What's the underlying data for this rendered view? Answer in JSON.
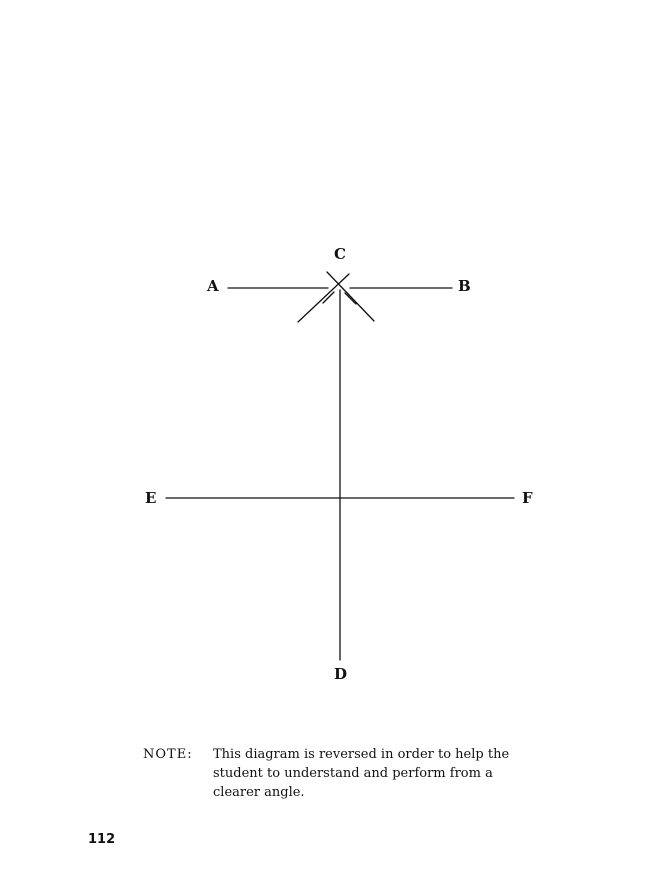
{
  "labels": {
    "a": "A",
    "b": "B",
    "c": "C",
    "d": "D",
    "e": "E",
    "f": "F"
  },
  "note": {
    "key": "NOTE:",
    "text": "This diagram is reversed in order to help the student to understand and perform from a clearer angle."
  },
  "page_number": "112",
  "colors": {
    "ink": "#111111",
    "paper": "#ffffff"
  }
}
